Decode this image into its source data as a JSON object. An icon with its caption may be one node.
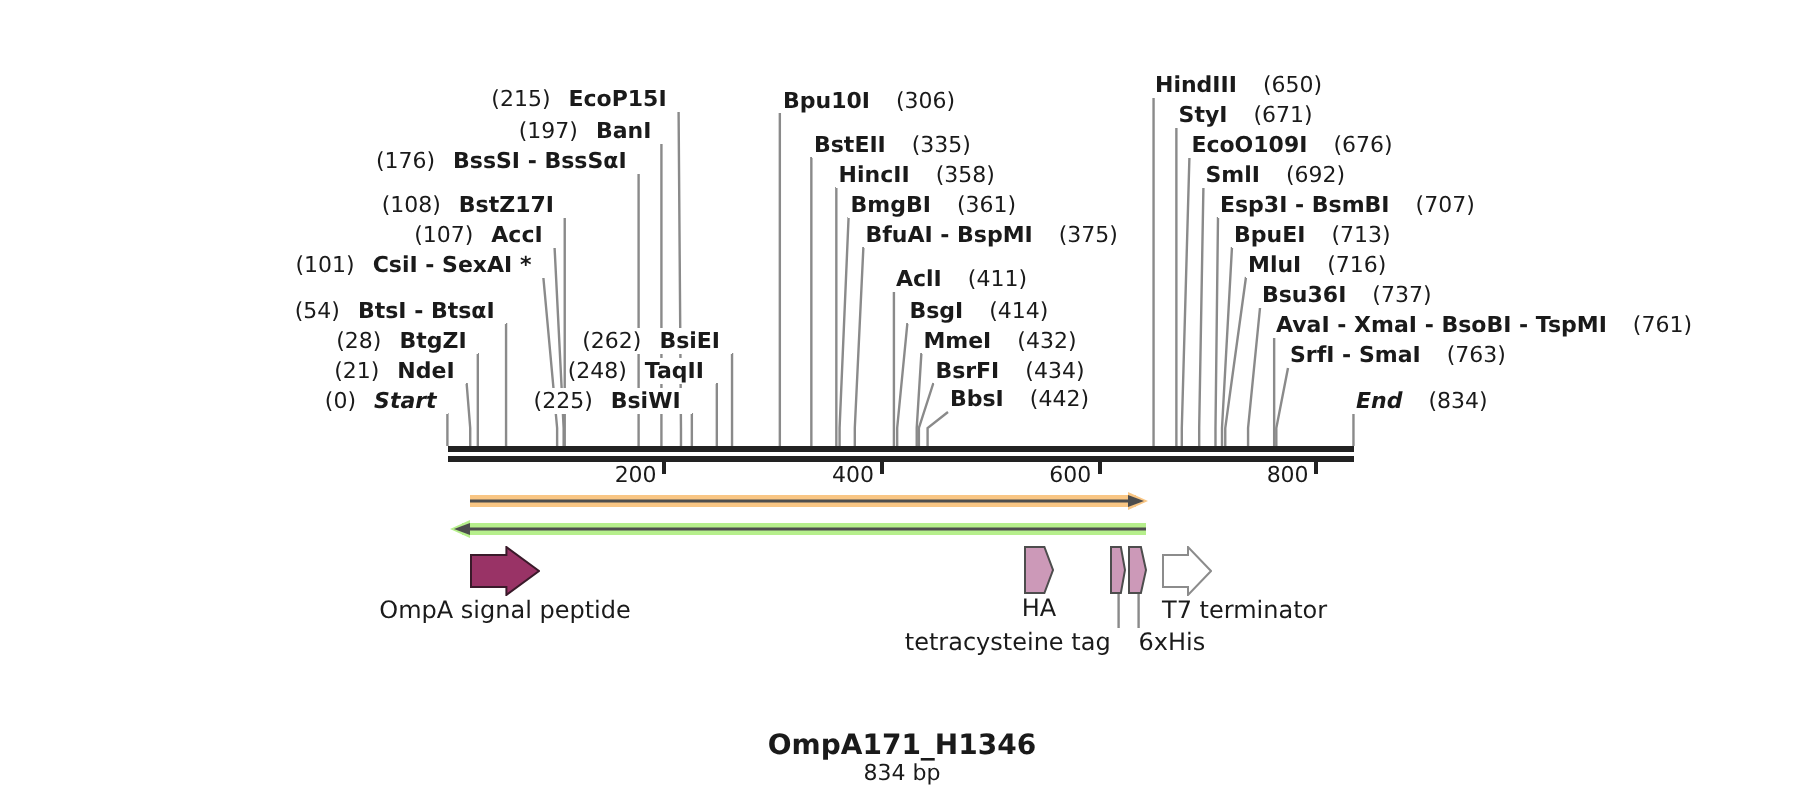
{
  "diagram": {
    "title": "OmpA171_H1346",
    "caption": "834 bp",
    "nodes": [
      {
        "text": [
          "(0)",
          "Start"
        ]
      },
      {
        "text": [
          "(21)",
          "NdeI"
        ]
      },
      {
        "text": [
          "(28)",
          "BtgZI"
        ]
      },
      {
        "text": [
          "(54)",
          "BtsI - BtsαI"
        ]
      },
      {
        "text": [
          "(101)",
          "CsiI - SexAI *"
        ]
      },
      {
        "text": [
          "(107)",
          "AccI"
        ]
      },
      {
        "text": [
          "(108)",
          "BstZ17I"
        ]
      },
      {
        "text": [
          "(176)",
          "BssSI - BssSαI"
        ]
      },
      {
        "text": [
          "(197)",
          "BanI"
        ]
      },
      {
        "text": [
          "(215)",
          "EcoP15I"
        ]
      },
      {
        "text": [
          "(225)",
          "BsiWI"
        ]
      },
      {
        "text": [
          "(248)",
          "TaqII"
        ]
      },
      {
        "text": [
          "(262)",
          "BsiEI"
        ]
      },
      {
        "text": [
          "Bpu10I",
          "(306)"
        ]
      },
      {
        "text": [
          "BstEII",
          "(335)"
        ]
      },
      {
        "text": [
          "HincII",
          "(358)"
        ]
      },
      {
        "text": [
          "BmgBI",
          "(361)"
        ]
      },
      {
        "text": [
          "BfuAI - BspMI",
          "(375)"
        ]
      },
      {
        "text": [
          "AclI",
          "(411)"
        ]
      },
      {
        "text": [
          "BsgI",
          "(414)"
        ]
      },
      {
        "text": [
          "MmeI",
          "(432)"
        ]
      },
      {
        "text": [
          "BsrFI",
          "(434)"
        ]
      },
      {
        "text": [
          "BbsI",
          "(442)"
        ]
      },
      {
        "text": [
          "HindIII",
          "(650)"
        ]
      },
      {
        "text": [
          "StyI",
          "(671)"
        ]
      },
      {
        "text": [
          "EcoO109I",
          "(676)"
        ]
      },
      {
        "text": [
          "SmlI",
          "(692)"
        ]
      },
      {
        "text": [
          "Esp3I - BsmBI",
          "(707)"
        ]
      },
      {
        "text": [
          "BpuEI",
          "(713)"
        ]
      },
      {
        "text": [
          "MluI",
          "(716)"
        ]
      },
      {
        "text": [
          "Bsu36I",
          "(737)"
        ]
      },
      {
        "text": [
          "AvaI - XmaI - BsoBI - TspMI",
          "(761)"
        ]
      },
      {
        "text": [
          "SrfI - SmaI",
          "(763)"
        ]
      },
      {
        "text": [
          "End",
          "(834)"
        ]
      },
      {
        "text": [],
        "shape": "bar"
      },
      {
        "text": [],
        "shape": "bar"
      },
      {
        "text": [],
        "shape": "bar"
      },
      {
        "text": [
          "OmpA signal peptide"
        ]
      },
      {
        "text": [
          "HA"
        ]
      },
      {
        "text": [],
        "shape": "pentagon"
      },
      {
        "text": [],
        "shape": "pentagon"
      },
      {
        "text": [
          "T7 terminator"
        ]
      },
      {
        "text": [
          "tetracysteine tag"
        ]
      },
      {
        "text": [
          "6xHis"
        ]
      }
    ],
    "edges": [
      {
        "from": 0,
        "to": 34,
        "arrow": "none"
      },
      {
        "from": 1,
        "to": 34,
        "arrow": "none"
      },
      {
        "from": 2,
        "to": 34,
        "arrow": "none"
      },
      {
        "from": 3,
        "to": 34,
        "arrow": "none"
      },
      {
        "from": 4,
        "to": 34,
        "arrow": "none"
      },
      {
        "from": 5,
        "to": 34,
        "arrow": "none"
      },
      {
        "from": 6,
        "to": 34,
        "arrow": "none"
      },
      {
        "from": 7,
        "to": 34,
        "arrow": "none"
      },
      {
        "from": 8,
        "to": 34,
        "arrow": "none"
      },
      {
        "from": 9,
        "to": 34,
        "arrow": "none"
      },
      {
        "from": 10,
        "to": 34,
        "arrow": "none"
      },
      {
        "from": 11,
        "to": 34,
        "arrow": "none"
      },
      {
        "from": 12,
        "to": 34,
        "arrow": "none"
      },
      {
        "from": 13,
        "to": 34,
        "arrow": "none"
      },
      {
        "from": 14,
        "to": 34,
        "arrow": "none"
      },
      {
        "from": 15,
        "to": 34,
        "arrow": "none"
      },
      {
        "from": 16,
        "to": 34,
        "arrow": "none"
      },
      {
        "from": 17,
        "to": 34,
        "arrow": "none"
      },
      {
        "from": 18,
        "to": 34,
        "arrow": "none"
      },
      {
        "from": 19,
        "to": 34,
        "arrow": "none"
      },
      {
        "from": 20,
        "to": 34,
        "arrow": "none"
      },
      {
        "from": 21,
        "to": 34,
        "arrow": "none"
      },
      {
        "from": 22,
        "to": 34,
        "arrow": "none"
      },
      {
        "from": 23,
        "to": 34,
        "arrow": "none"
      },
      {
        "from": 24,
        "to": 34,
        "arrow": "none"
      },
      {
        "from": 25,
        "to": 34,
        "arrow": "none"
      },
      {
        "from": 26,
        "to": 34,
        "arrow": "none"
      },
      {
        "from": 27,
        "to": 34,
        "arrow": "none"
      },
      {
        "from": 28,
        "to": 34,
        "arrow": "none"
      },
      {
        "from": 29,
        "to": 34,
        "arrow": "none"
      },
      {
        "from": 30,
        "to": 34,
        "arrow": "none"
      },
      {
        "from": 31,
        "to": 34,
        "arrow": "none"
      },
      {
        "from": 32,
        "to": 34,
        "arrow": "none"
      },
      {
        "from": 33,
        "to": 34,
        "arrow": "none"
      },
      {
        "from": 42,
        "to": 39,
        "arrow": "none"
      },
      {
        "from": 43,
        "to": 40,
        "arrow": "none"
      }
    ],
    "labels": [
      "200",
      "400",
      "600",
      "800"
    ]
  }
}
